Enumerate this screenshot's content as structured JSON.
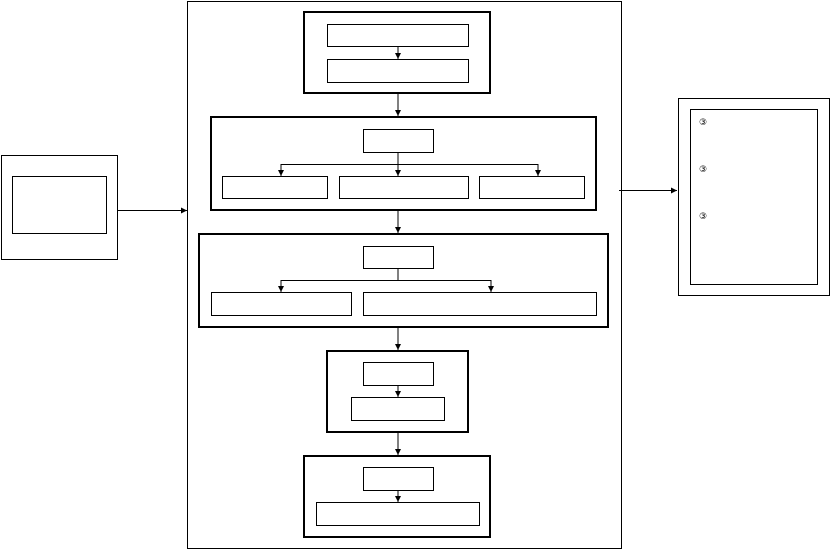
{
  "diagram": {
    "colors": {
      "stroke": "#000000",
      "background": "#ffffff"
    },
    "markers": {
      "circled_3": "③"
    },
    "stages": [
      {
        "id": "stage-1",
        "boxes": 2,
        "layout": "vertical"
      },
      {
        "id": "stage-2",
        "boxes": 4,
        "layout": "one-to-three"
      },
      {
        "id": "stage-3",
        "boxes": 3,
        "layout": "one-to-two"
      },
      {
        "id": "stage-4",
        "boxes": 2,
        "layout": "vertical"
      },
      {
        "id": "stage-5",
        "boxes": 2,
        "layout": "vertical"
      }
    ],
    "output_list_items": 3
  }
}
